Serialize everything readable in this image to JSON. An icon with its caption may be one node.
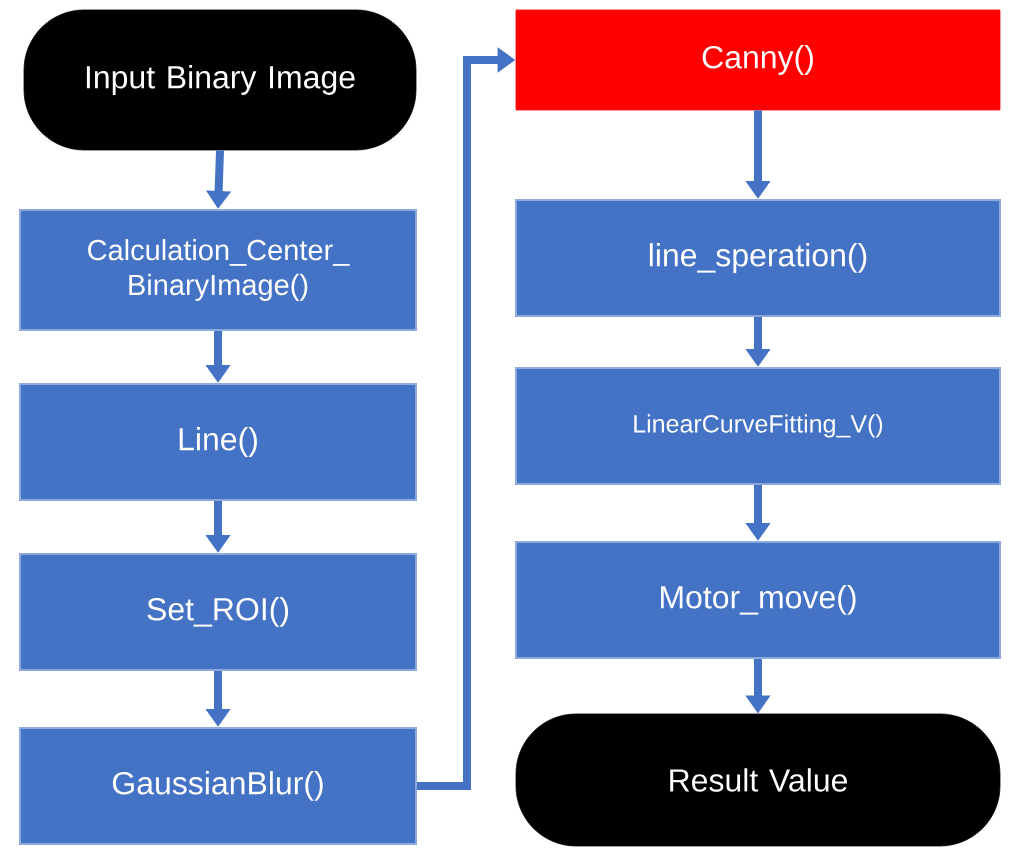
{
  "diagram": {
    "nodes": [
      {
        "text": [
          "Input Binary Image"
        ]
      },
      {
        "text": [
          "Calculation_Center_ BinaryImage()"
        ]
      },
      {
        "text": [
          "Line()"
        ]
      },
      {
        "text": [
          "Set_ROI()"
        ]
      },
      {
        "text": [
          "GaussianBlur()"
        ]
      },
      {
        "text": [
          "Canny()"
        ]
      },
      {
        "text": [
          "line_speration()"
        ]
      },
      {
        "text": [
          "LinearCurveFitting_V()"
        ]
      },
      {
        "text": [
          "Motor_move()"
        ]
      },
      {
        "text": [
          "Result Value"
        ]
      }
    ],
    "edges": [
      {
        "from": 0,
        "to": 1,
        "arrow": "to"
      },
      {
        "from": 1,
        "to": 2,
        "arrow": "to"
      },
      {
        "from": 2,
        "to": 3,
        "arrow": "to"
      },
      {
        "from": 3,
        "to": 4,
        "arrow": "to"
      },
      {
        "from": 4,
        "to": 5,
        "arrow": "to"
      },
      {
        "from": 5,
        "to": 6,
        "arrow": "to"
      },
      {
        "from": 6,
        "to": 7,
        "arrow": "to"
      },
      {
        "from": 7,
        "to": 8,
        "arrow": "to"
      },
      {
        "from": 8,
        "to": 9,
        "arrow": "to"
      }
    ]
  }
}
